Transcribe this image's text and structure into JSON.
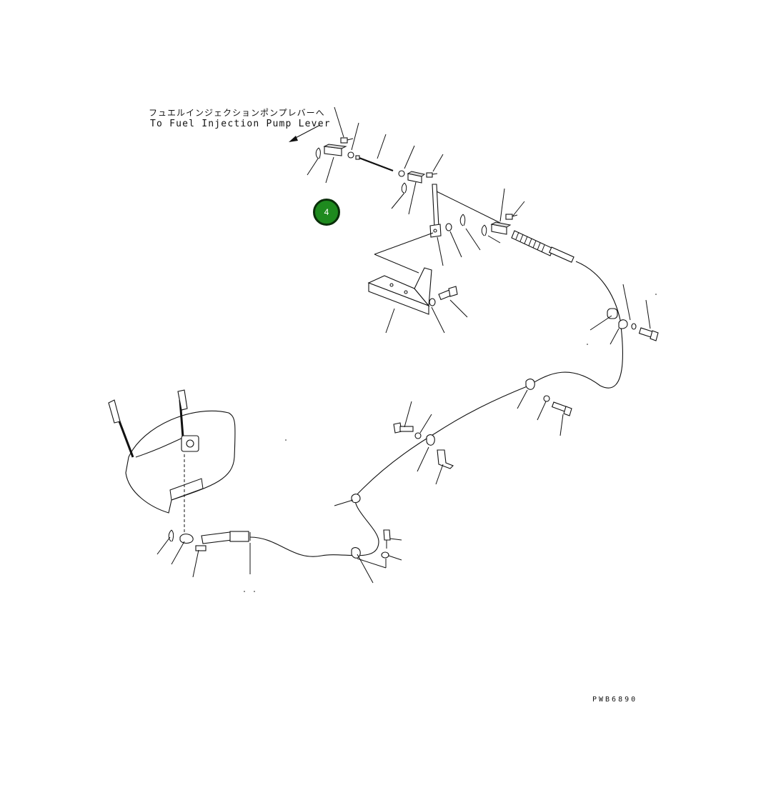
{
  "diagram": {
    "note_jp": "フュエルインジェクションポンプレバーへ",
    "note_en": "To Fuel Injection Pump Lever",
    "drawing_code": "PWB6890",
    "marker": {
      "label": "4",
      "fill_color": "#1e8a1e",
      "border_color": "#0a2e0a"
    }
  }
}
